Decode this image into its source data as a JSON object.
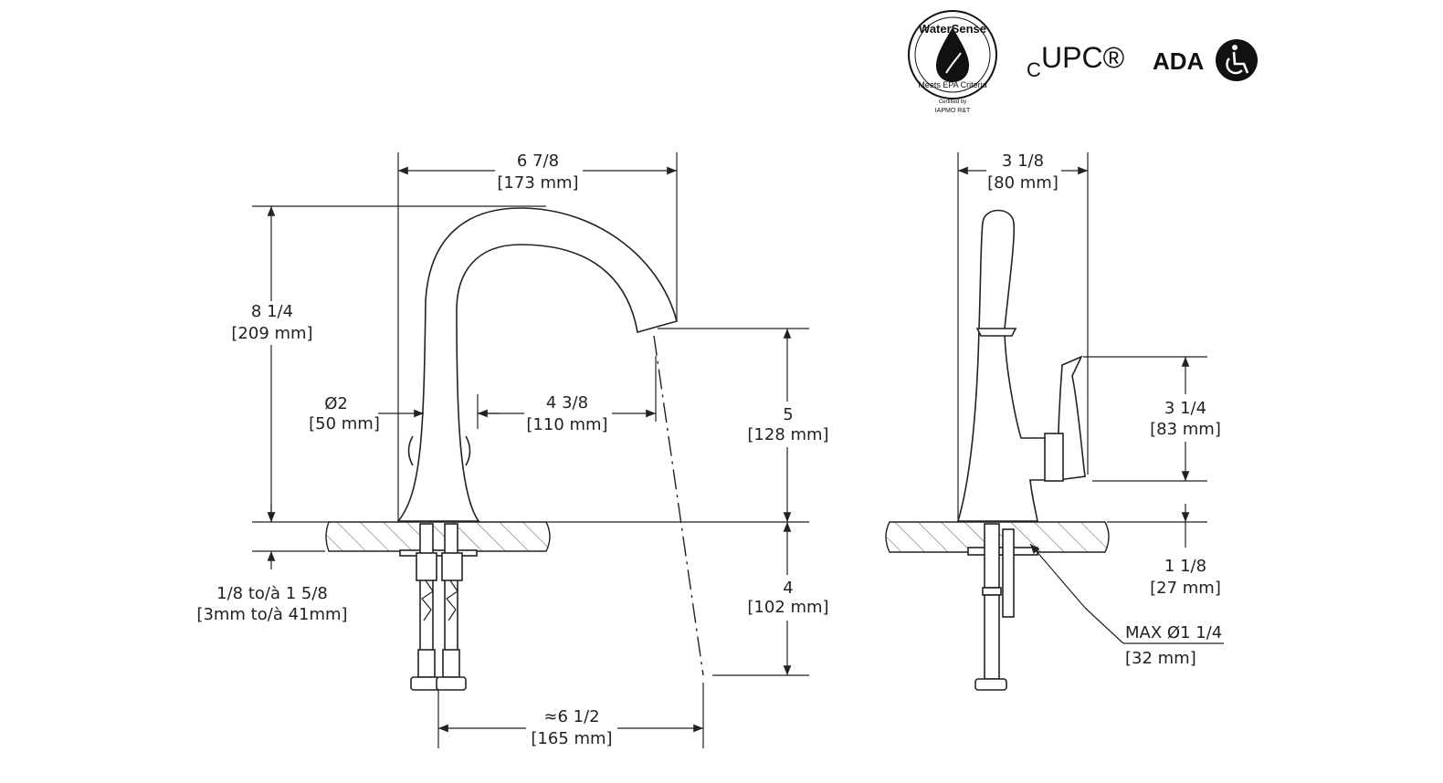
{
  "certifications": {
    "watersense": {
      "brand": "WaterSense",
      "criteria": "Meets EPA Criteria",
      "certified_by_line1": "Certified by",
      "certified_by_line2": "IAPMO R&T"
    },
    "cupc": {
      "prefix": "C",
      "mark": "UPC®"
    },
    "ada": {
      "label": "ADA"
    }
  },
  "front_view": {
    "spout_reach_width": {
      "imperial": "6 7/8",
      "metric": "[173 mm]"
    },
    "overall_height": {
      "imperial": "8 1/4",
      "metric": "[209 mm]"
    },
    "base_diameter": {
      "imperial": "Ø2",
      "metric": "[50 mm]"
    },
    "spout_reach": {
      "imperial": "4 3/8",
      "metric": "[110 mm]"
    },
    "spout_height": {
      "imperial": "5",
      "metric": "[128 mm]"
    },
    "deck_thickness": {
      "imperial": "1/8 to/à 1 5/8",
      "metric": "[3mm to/à 41mm]"
    },
    "shank_length": {
      "imperial": "4",
      "metric": "[102 mm]"
    },
    "hole_spacing": {
      "imperial": "≈6 1/2",
      "metric": "[165 mm]"
    }
  },
  "side_view": {
    "depth": {
      "imperial": "3 1/8",
      "metric": "[80 mm]"
    },
    "handle_height": {
      "imperial": "3 1/4",
      "metric": "[83 mm]"
    },
    "escutcheon_height": {
      "imperial": "1 1/8",
      "metric": "[27 mm]"
    },
    "max_hole": {
      "imperial": "MAX Ø1 1/4",
      "metric": "[32 mm]"
    }
  }
}
